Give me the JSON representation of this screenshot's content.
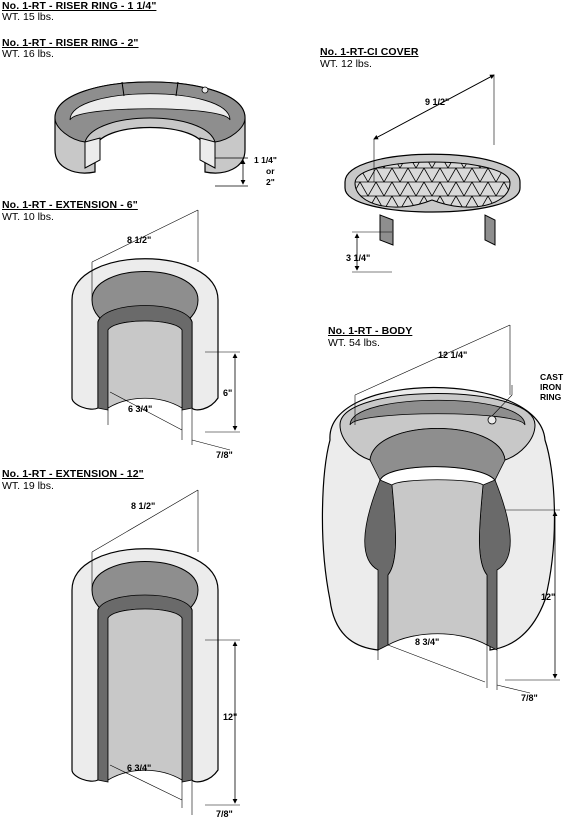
{
  "riser_125": {
    "title": "No. 1-RT - RISER RING - 1 1/4\"",
    "weight": "WT. 15 lbs."
  },
  "riser_2": {
    "title": "No. 1-RT - RISER RING - 2\"",
    "weight": "WT. 16 lbs.",
    "dim_height_a": "1 1/4\"",
    "dim_or": "or",
    "dim_height_b": "2\""
  },
  "cover": {
    "title": "No. 1-RT-CI COVER",
    "weight": "WT. 12 lbs.",
    "dim_diameter": "9 1/2\"",
    "dim_depth": "3 1/4\""
  },
  "ext6": {
    "title": "No. 1-RT - EXTENSION - 6\"",
    "weight": "WT. 10 lbs.",
    "dim_outer": "8 1/2\"",
    "dim_height": "6\"",
    "dim_inner": "6 3/4\"",
    "dim_wall": "7/8\""
  },
  "body": {
    "title": "No. 1-RT - BODY",
    "weight": "WT. 54 lbs.",
    "dim_outer": "12 1/4\"",
    "callout_1": "CAST",
    "callout_2": "IRON",
    "callout_3": "RING",
    "dim_height": "12\"",
    "dim_inner": "8 3/4\"",
    "dim_wall": "7/8\""
  },
  "ext12": {
    "title": "No. 1-RT - EXTENSION - 12\"",
    "weight": "WT. 19 lbs.",
    "dim_outer": "8 1/2\"",
    "dim_height": "12\"",
    "dim_inner": "6 3/4\"",
    "dim_wall": "7/8\""
  },
  "colors": {
    "light": "#ececec",
    "mid": "#c8c8c8",
    "dark": "#8e8e8e",
    "darker": "#6a6a6a",
    "line": "#000000"
  }
}
